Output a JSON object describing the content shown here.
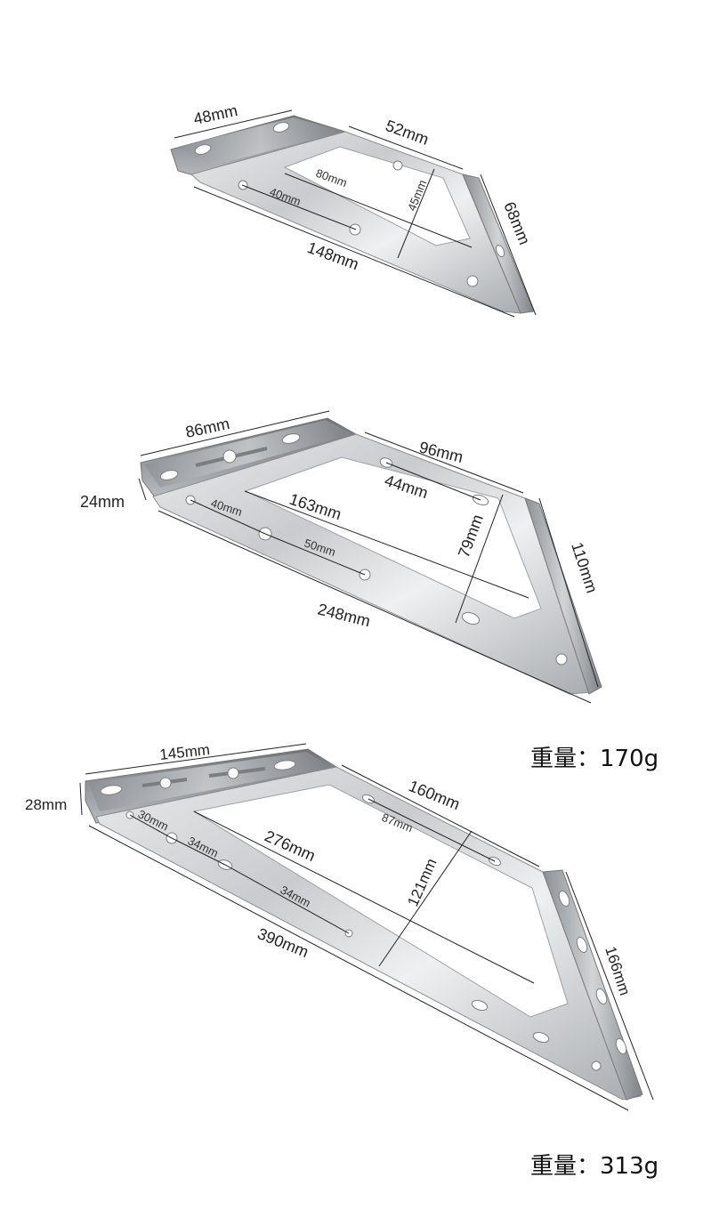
{
  "brackets": [
    {
      "id": "small",
      "dims": {
        "top_short": "48mm",
        "top_long": "52mm",
        "inner_top": "80mm",
        "inner_left": "40mm",
        "cross": "45mm",
        "right": "68mm",
        "bottom": "148mm"
      }
    },
    {
      "id": "medium",
      "dims": {
        "top_short": "86mm",
        "end_height": "24mm",
        "top_long": "96mm",
        "slot_spacing": "44mm",
        "inner_top": "163mm",
        "hole_a": "40mm",
        "hole_b": "50mm",
        "cross": "79mm",
        "right": "110mm",
        "bottom": "248mm"
      },
      "weight": "重量：170g"
    },
    {
      "id": "large",
      "dims": {
        "top_short": "145mm",
        "end_height": "28mm",
        "top_long": "160mm",
        "slot_spacing": "87mm",
        "hole_a": "30mm",
        "hole_b": "34mm",
        "hole_c": "34mm",
        "inner_top": "276mm",
        "cross": "121mm",
        "right": "166mm",
        "bottom": "390mm"
      },
      "weight": "重量：313g"
    }
  ]
}
